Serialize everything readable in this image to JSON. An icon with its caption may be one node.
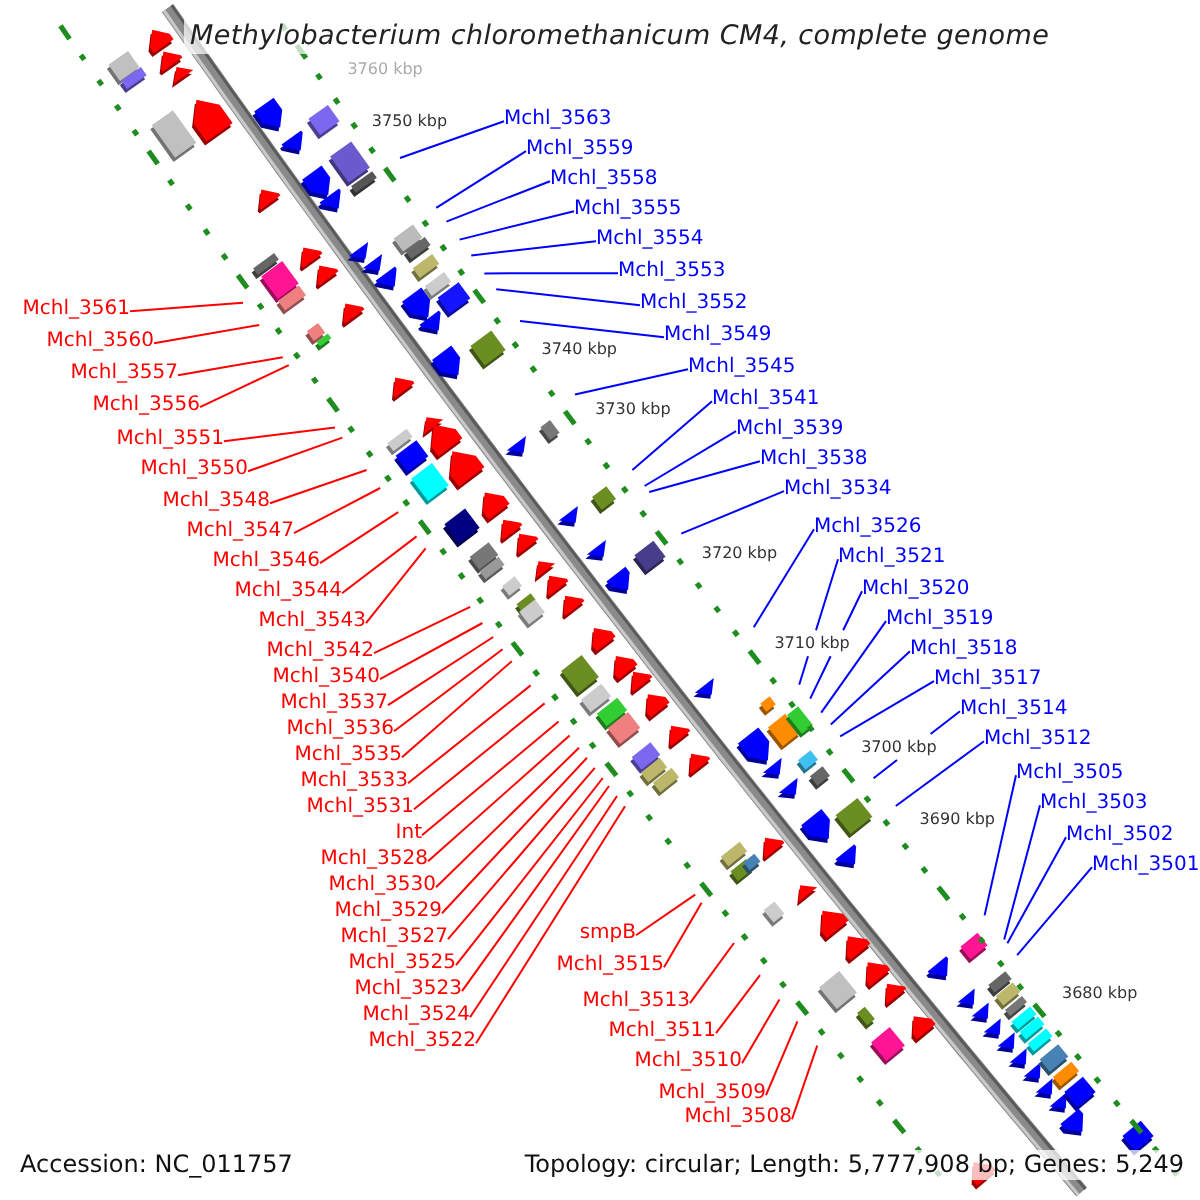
{
  "diagram": {
    "title": "Methylobacterium chloromethanicum CM4, complete genome",
    "nodes": [
      {
        "text": [
          "Mchl_3563"
        ]
      },
      {
        "text": [
          "Mchl_3559"
        ]
      },
      {
        "text": [
          "Mchl_3558"
        ]
      },
      {
        "text": [
          "Mchl_3555"
        ]
      },
      {
        "text": [
          "Mchl_3554"
        ]
      },
      {
        "text": [
          "Mchl_3553"
        ]
      },
      {
        "text": [
          "Mchl_3552"
        ]
      },
      {
        "text": [
          "Mchl_3561"
        ]
      },
      {
        "text": [
          "Mchl_3549"
        ]
      },
      {
        "text": [
          "Mchl_3560"
        ]
      },
      {
        "text": [
          "Mchl_3545"
        ]
      },
      {
        "text": [
          "Mchl_3557"
        ]
      },
      {
        "text": [
          "Mchl_3541"
        ]
      },
      {
        "text": [
          "Mchl_3556"
        ]
      },
      {
        "text": [
          "Mchl_3539"
        ]
      },
      {
        "text": [
          "Mchl_3551"
        ]
      },
      {
        "text": [
          "Mchl_3538"
        ]
      },
      {
        "text": [
          "Mchl_3550"
        ]
      },
      {
        "text": [
          "Mchl_3534"
        ]
      },
      {
        "text": [
          "Mchl_3548"
        ]
      },
      {
        "text": [
          "Mchl_3526"
        ]
      },
      {
        "text": [
          "Mchl_3547"
        ]
      },
      {
        "text": [
          "Mchl_3521"
        ]
      },
      {
        "text": [
          "Mchl_3546"
        ]
      },
      {
        "text": [
          "Mchl_3520"
        ]
      },
      {
        "text": [
          "Mchl_3544"
        ]
      },
      {
        "text": [
          "Mchl_3519"
        ]
      },
      {
        "text": [
          "Mchl_3543"
        ]
      },
      {
        "text": [
          "Mchl_3518"
        ]
      },
      {
        "text": [
          "Mchl_3542"
        ]
      },
      {
        "text": [
          "Mchl_3540"
        ]
      },
      {
        "text": [
          "Mchl_3517"
        ]
      },
      {
        "text": [
          "Mchl_3537"
        ]
      },
      {
        "text": [
          "Mchl_3514"
        ]
      },
      {
        "text": [
          "Mchl_3536"
        ]
      },
      {
        "text": [
          "Mchl_3512"
        ]
      },
      {
        "text": [
          "Mchl_3535"
        ]
      },
      {
        "text": [
          "Mchl_3505"
        ]
      },
      {
        "text": [
          "Mchl_3533"
        ]
      },
      {
        "text": [
          "Mchl_3503"
        ]
      },
      {
        "text": [
          "Mchl_3531"
        ]
      },
      {
        "text": [
          "Int"
        ]
      },
      {
        "text": [
          "Mchl_3502"
        ]
      },
      {
        "text": [
          "Mchl_3528"
        ]
      },
      {
        "text": [
          "Mchl_3501"
        ]
      },
      {
        "text": [
          "Mchl_3530"
        ]
      },
      {
        "text": [
          "Mchl_3529"
        ]
      },
      {
        "text": [
          "smpB"
        ]
      },
      {
        "text": [
          "Mchl_3527"
        ]
      },
      {
        "text": [
          "Mchl_3525"
        ]
      },
      {
        "text": [
          "Mchl_3515"
        ]
      },
      {
        "text": [
          "Mchl_3523"
        ]
      },
      {
        "text": [
          "Mchl_3513"
        ]
      },
      {
        "text": [
          "Mchl_3524"
        ]
      },
      {
        "text": [
          "Mchl_3511"
        ]
      },
      {
        "text": [
          "Mchl_3522"
        ]
      },
      {
        "text": [
          "Mchl_3510"
        ]
      },
      {
        "text": [
          "Mchl_3509"
        ]
      },
      {
        "text": [
          "Mchl_3508"
        ]
      }
    ],
    "edges": [
      {
        "from": 0,
        "to": null,
        "arrow": "none",
        "color": "#0000ff"
      },
      {
        "from": 1,
        "to": null,
        "arrow": "none",
        "color": "#0000ff"
      },
      {
        "from": 2,
        "to": null,
        "arrow": "none",
        "color": "#0000ff"
      },
      {
        "from": 3,
        "to": null,
        "arrow": "none",
        "color": "#0000ff"
      },
      {
        "from": 4,
        "to": null,
        "arrow": "none",
        "color": "#0000ff"
      },
      {
        "from": 5,
        "to": null,
        "arrow": "none",
        "color": "#0000ff"
      },
      {
        "from": 6,
        "to": null,
        "arrow": "none",
        "color": "#0000ff"
      },
      {
        "from": 7,
        "to": null,
        "arrow": "none"
      },
      {
        "from": 8,
        "to": null,
        "arrow": "none",
        "color": "#0000ff"
      },
      {
        "from": 9,
        "to": null,
        "arrow": "none"
      },
      {
        "from": 10,
        "to": null,
        "arrow": "none",
        "color": "#0000ff"
      },
      {
        "from": 11,
        "to": null,
        "arrow": "none"
      },
      {
        "from": 12,
        "to": null,
        "arrow": "none",
        "color": "#0000ff"
      },
      {
        "from": 13,
        "to": null,
        "arrow": "none"
      },
      {
        "from": 14,
        "to": null,
        "arrow": "none",
        "color": "#0000ff"
      },
      {
        "from": 15,
        "to": null,
        "arrow": "none"
      },
      {
        "from": 16,
        "to": null,
        "arrow": "none",
        "color": "#0000ff"
      },
      {
        "from": 17,
        "to": null,
        "arrow": "none"
      },
      {
        "from": 18,
        "to": null,
        "arrow": "none",
        "color": "#0000ff"
      },
      {
        "from": 19,
        "to": null,
        "arrow": "none"
      },
      {
        "from": 20,
        "to": null,
        "arrow": "none",
        "color": "#0000ff"
      },
      {
        "from": 21,
        "to": null,
        "arrow": "none"
      },
      {
        "from": 22,
        "to": null,
        "arrow": "none",
        "color": "#0000ff"
      },
      {
        "from": 23,
        "to": null,
        "arrow": "none"
      },
      {
        "from": 24,
        "to": null,
        "arrow": "none",
        "color": "#0000ff"
      },
      {
        "from": 25,
        "to": null,
        "arrow": "none"
      },
      {
        "from": 26,
        "to": null,
        "arrow": "none",
        "color": "#0000ff"
      },
      {
        "from": 27,
        "to": null,
        "arrow": "none"
      },
      {
        "from": 28,
        "to": null,
        "arrow": "none",
        "color": "#0000ff"
      },
      {
        "from": 29,
        "to": null,
        "arrow": "none"
      },
      {
        "from": 30,
        "to": null,
        "arrow": "none"
      },
      {
        "from": 31,
        "to": null,
        "arrow": "none",
        "color": "#0000ff"
      },
      {
        "from": 32,
        "to": null,
        "arrow": "none"
      },
      {
        "from": 33,
        "to": null,
        "arrow": "none",
        "color": "#0000ff"
      },
      {
        "from": 34,
        "to": null,
        "arrow": "none"
      },
      {
        "from": 35,
        "to": null,
        "arrow": "none",
        "color": "#0000ff"
      },
      {
        "from": 36,
        "to": null,
        "arrow": "none"
      },
      {
        "from": 37,
        "to": null,
        "arrow": "none",
        "color": "#0000ff"
      },
      {
        "from": 38,
        "to": null,
        "arrow": "none"
      },
      {
        "from": 39,
        "to": null,
        "arrow": "none",
        "color": "#0000ff"
      },
      {
        "from": 40,
        "to": null,
        "arrow": "none"
      },
      {
        "from": 41,
        "to": null,
        "arrow": "none"
      },
      {
        "from": 42,
        "to": null,
        "arrow": "none",
        "color": "#0000ff"
      },
      {
        "from": 43,
        "to": null,
        "arrow": "none"
      },
      {
        "from": 44,
        "to": null,
        "arrow": "none",
        "color": "#0000ff"
      },
      {
        "from": 45,
        "to": null,
        "arrow": "none"
      },
      {
        "from": 46,
        "to": null,
        "arrow": "none"
      },
      {
        "from": 47,
        "to": null,
        "arrow": "none"
      },
      {
        "from": 48,
        "to": null,
        "arrow": "none"
      },
      {
        "from": 49,
        "to": null,
        "arrow": "none"
      },
      {
        "from": 50,
        "to": null,
        "arrow": "none"
      },
      {
        "from": 51,
        "to": null,
        "arrow": "none"
      },
      {
        "from": 52,
        "to": null,
        "arrow": "none"
      },
      {
        "from": 53,
        "to": null,
        "arrow": "none"
      },
      {
        "from": 54,
        "to": null,
        "arrow": "none"
      },
      {
        "from": 55,
        "to": null,
        "arrow": "none"
      },
      {
        "from": 56,
        "to": null,
        "arrow": "none"
      },
      {
        "from": 57,
        "to": null,
        "arrow": "none"
      },
      {
        "from": 58,
        "to": null,
        "arrow": "none"
      }
    ],
    "labels": [
      "3760 kbp",
      "3750 kbp",
      "3740 kbp",
      "3730 kbp",
      "3720 kbp",
      "3710 kbp",
      "3700 kbp",
      "3690 kbp",
      "3680 kbp",
      "Accession: NC_011757",
      "Topology: circular; Length: 5,777,908 bp; Genes: 5,249"
    ]
  }
}
